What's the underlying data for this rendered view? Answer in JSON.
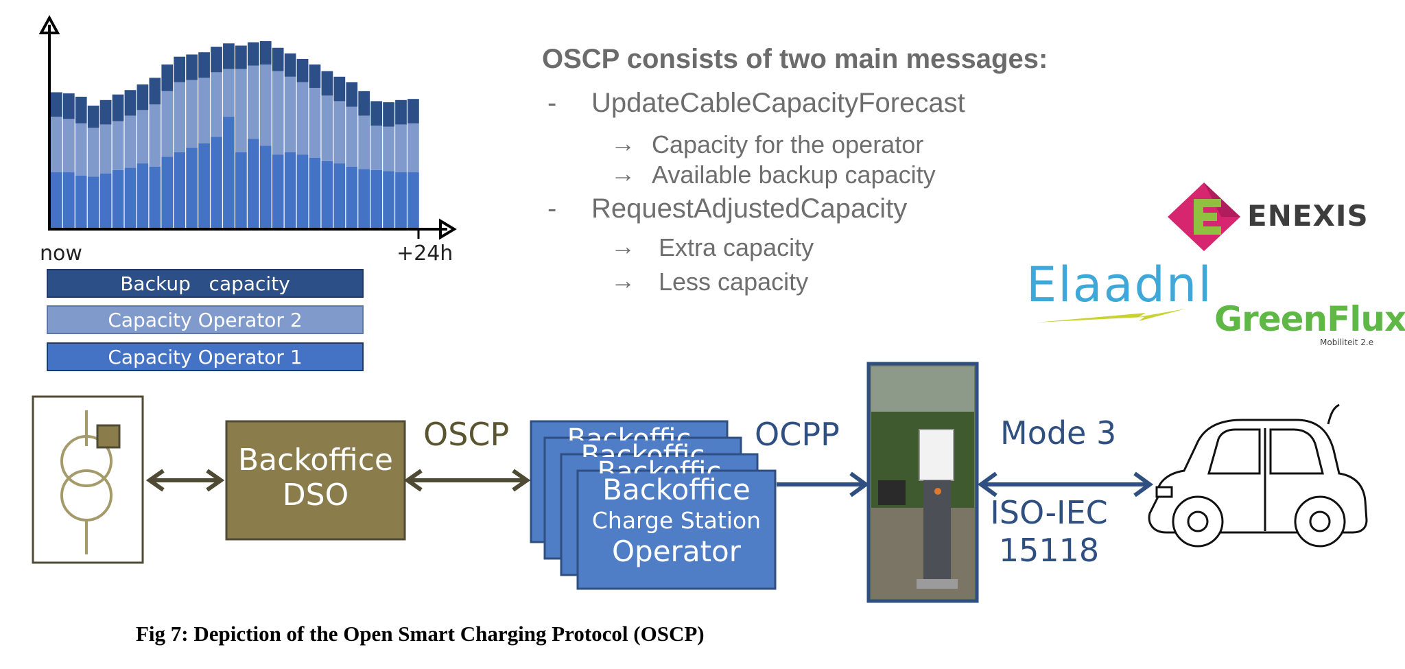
{
  "chart_data": {
    "type": "bar",
    "stacked": true,
    "xlabel": "",
    "ylabel": "",
    "x_tick_labels": [
      "now",
      "+24h"
    ],
    "series": [
      {
        "name": "Capacity Operator 1",
        "color": "#4472c4",
        "values": [
          5.0,
          5.0,
          4.7,
          4.6,
          4.9,
          5.2,
          5.4,
          5.8,
          5.5,
          6.4,
          6.8,
          7.2,
          7.6,
          8.2,
          10.0,
          6.8,
          8.0,
          7.4,
          6.6,
          6.8,
          6.6,
          6.3,
          6.0,
          5.8,
          5.5,
          5.3,
          5.2,
          5.1,
          5.0,
          5.0
        ]
      },
      {
        "name": "Capacity Operator 2",
        "color": "#7f9acb",
        "values": [
          5.0,
          4.8,
          4.7,
          4.4,
          4.4,
          4.4,
          4.7,
          4.8,
          5.6,
          5.9,
          6.3,
          6.1,
          5.9,
          5.8,
          4.3,
          7.5,
          6.6,
          7.3,
          7.5,
          6.8,
          6.5,
          6.3,
          5.9,
          5.6,
          5.4,
          4.8,
          4.0,
          4.0,
          4.3,
          4.4
        ]
      },
      {
        "name": "Backup capacity",
        "color": "#2b4f86",
        "values": [
          2.2,
          2.3,
          2.4,
          2.0,
          2.2,
          2.4,
          2.3,
          2.3,
          2.4,
          2.4,
          2.3,
          2.3,
          2.3,
          2.3,
          2.3,
          2.1,
          2.1,
          2.1,
          2.1,
          2.1,
          2.1,
          2.1,
          2.2,
          2.2,
          2.2,
          2.2,
          2.2,
          2.2,
          2.2,
          2.2
        ]
      }
    ]
  },
  "legend": [
    {
      "label": "Backup   capacity",
      "color": "#2b4f86"
    },
    {
      "label": "Capacity Operator 2",
      "color": "#7f9acb"
    },
    {
      "label": "Capacity Operator 1",
      "color": "#4472c4"
    }
  ],
  "messages": {
    "heading": "OSCP consists of two main messages:",
    "items": [
      {
        "dash": "-",
        "name": "UpdateCableCapacityForecast",
        "subs": [
          "Capacity for the operator",
          "Available backup capacity"
        ]
      },
      {
        "dash": "-",
        "name": "RequestAdjustedCapacity",
        "subs": [
          " Extra capacity",
          " Less capacity"
        ]
      }
    ],
    "arrow": "→"
  },
  "logos": {
    "enexis": "ENEXIS",
    "elaad": "Elaadnl",
    "greenflux": "GreenFlux",
    "greenflux_tagline": "Mobiliteit 2.e"
  },
  "flow": {
    "dso_line1": "Backoffice",
    "dso_line2": "DSO",
    "oscp": "OSCP",
    "cso_line1": "Backoffice",
    "cso_line2": "Charge Station",
    "cso_line3": "Operator",
    "stack_label": "Backoffic",
    "ocpp": "OCPP",
    "mode3": "Mode 3",
    "iso_line1": "ISO-IEC",
    "iso_line2": "15118"
  },
  "colors": {
    "olive": "#8a7d4b",
    "olive_dark": "#4f4a33",
    "box_blue": "#4f7ec6",
    "line_blue": "#2f4f80"
  },
  "caption": "Fig 7: Depiction of the Open Smart Charging Protocol (OSCP)"
}
